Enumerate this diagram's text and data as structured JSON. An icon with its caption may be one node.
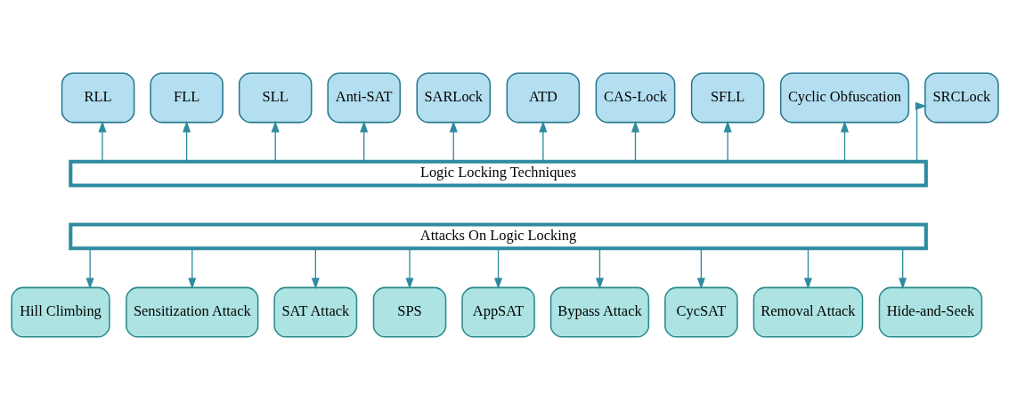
{
  "diagram": {
    "nodes": [
      {
        "text": [
          "RLL"
        ]
      },
      {
        "text": [
          "FLL"
        ]
      },
      {
        "text": [
          "SLL"
        ]
      },
      {
        "text": [
          "Anti-SAT"
        ]
      },
      {
        "text": [
          "SARLock"
        ]
      },
      {
        "text": [
          "ATD"
        ]
      },
      {
        "text": [
          "CAS-Lock"
        ]
      },
      {
        "text": [
          "SFLL"
        ]
      },
      {
        "text": [
          "Cyclic Obfuscation"
        ]
      },
      {
        "text": [
          "SRCLock"
        ]
      },
      {
        "text": [
          "Logic Locking Techniques"
        ]
      },
      {
        "text": [
          "Attacks On Logic Locking"
        ]
      },
      {
        "text": [
          "Hill Climbing"
        ]
      },
      {
        "text": [
          "Sensitization Attack"
        ]
      },
      {
        "text": [
          "SAT Attack"
        ]
      },
      {
        "text": [
          "SPS"
        ]
      },
      {
        "text": [
          "AppSAT"
        ]
      },
      {
        "text": [
          "Bypass Attack"
        ]
      },
      {
        "text": [
          "CycSAT"
        ]
      },
      {
        "text": [
          "Removal Attack"
        ]
      },
      {
        "text": [
          "Hide-and-Seek"
        ]
      }
    ],
    "edges": [
      {
        "from": 10,
        "to": 0,
        "arrow": "to"
      },
      {
        "from": 10,
        "to": 1,
        "arrow": "to"
      },
      {
        "from": 10,
        "to": 2,
        "arrow": "to"
      },
      {
        "from": 10,
        "to": 3,
        "arrow": "to"
      },
      {
        "from": 10,
        "to": 4,
        "arrow": "to"
      },
      {
        "from": 10,
        "to": 5,
        "arrow": "to"
      },
      {
        "from": 10,
        "to": 6,
        "arrow": "to"
      },
      {
        "from": 10,
        "to": 7,
        "arrow": "to"
      },
      {
        "from": 10,
        "to": 8,
        "arrow": "to"
      },
      {
        "from": 10,
        "to": 9,
        "arrow": "to"
      },
      {
        "from": 11,
        "to": 12,
        "arrow": "to"
      },
      {
        "from": 11,
        "to": 13,
        "arrow": "to"
      },
      {
        "from": 11,
        "to": 14,
        "arrow": "to"
      },
      {
        "from": 11,
        "to": 15,
        "arrow": "to"
      },
      {
        "from": 11,
        "to": 16,
        "arrow": "to"
      },
      {
        "from": 11,
        "to": 17,
        "arrow": "to"
      },
      {
        "from": 11,
        "to": 18,
        "arrow": "to"
      },
      {
        "from": 11,
        "to": 19,
        "arrow": "to"
      },
      {
        "from": 11,
        "to": 20,
        "arrow": "to"
      }
    ]
  }
}
